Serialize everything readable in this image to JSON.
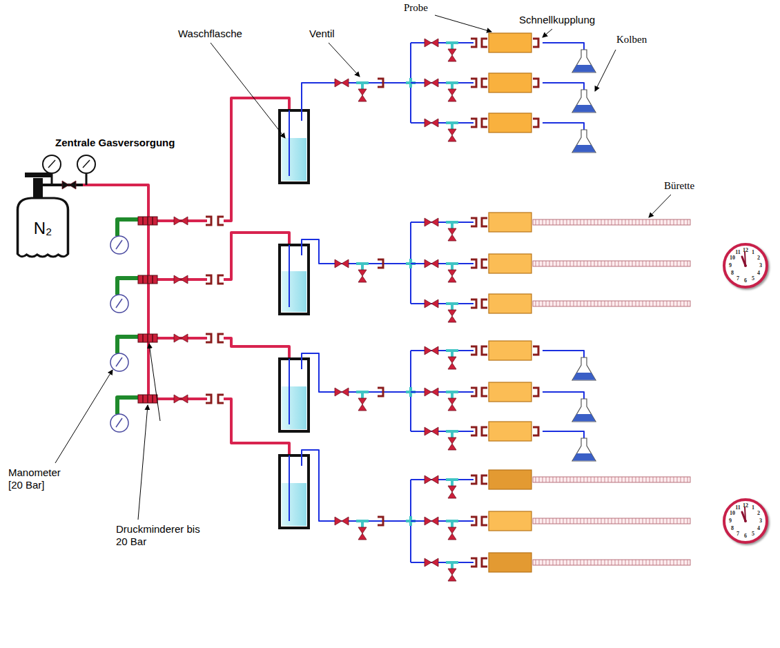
{
  "diagram": {
    "nodes": [
      {
        "text": [
          "N₂"
        ]
      },
      {
        "text": [
          "12",
          "1",
          "2",
          "3",
          "4",
          "5",
          "6",
          "7",
          "8",
          "9",
          "10",
          "11"
        ]
      },
      {
        "text": [
          "12",
          "1",
          "2",
          "3",
          "4",
          "5",
          "6",
          "7",
          "8",
          "9",
          "10",
          "11"
        ]
      }
    ],
    "labels": [
      "Probe",
      "Schnellkupplung",
      "Waschflasche",
      "Ventil",
      "Kolben",
      "Zentrale Gasversorgung",
      "Bürette",
      "Manometer [20 Bar]",
      "Druckminderer bis 20 Bar"
    ]
  }
}
